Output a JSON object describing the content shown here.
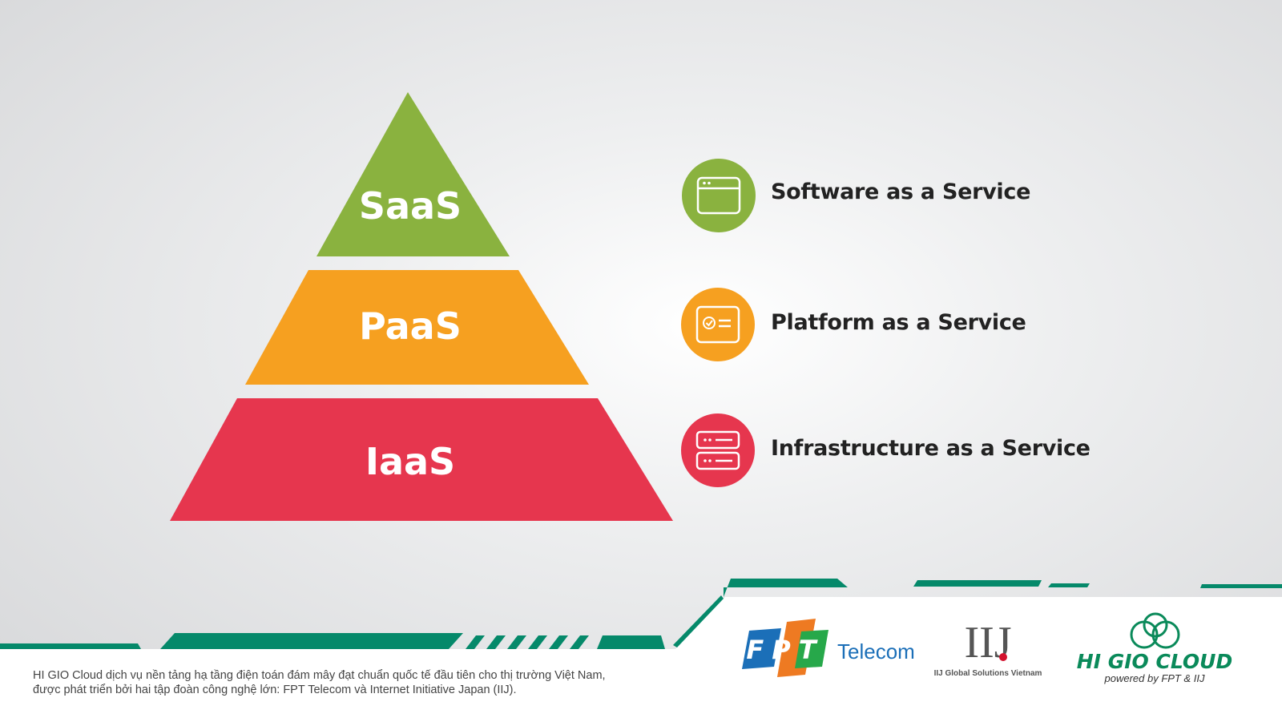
{
  "pyramid": {
    "saas": "SaaS",
    "paas": "PaaS",
    "iaas": "IaaS"
  },
  "services": [
    {
      "label": "Software as a Service",
      "icon": "browser-window-icon",
      "color": "#8ab23f"
    },
    {
      "label": "Platform as a Service",
      "icon": "platform-card-icon",
      "color": "#f6a020"
    },
    {
      "label": "Infrastructure as a Service",
      "icon": "server-icon",
      "color": "#e6364e"
    }
  ],
  "footer": {
    "line1": "HI GIO Cloud dịch vụ nền tảng hạ tầng điện toán đám mây đạt chuẩn quốc tế đầu tiên cho thị trường Việt Nam,",
    "line2": "được phát triển bởi hai tập đoàn công nghệ lớn: FPT Telecom và Internet Initiative Japan (IIJ)."
  },
  "logos": {
    "fpt": "FPT",
    "fpt_suffix": "Telecom",
    "iij": "IIJ",
    "iij_sub": "IIJ Global Solutions Vietnam",
    "higio": "HI GIO CLOUD",
    "higio_sub": "powered by FPT & IIJ"
  },
  "colors": {
    "accent_green": "#05896a"
  }
}
